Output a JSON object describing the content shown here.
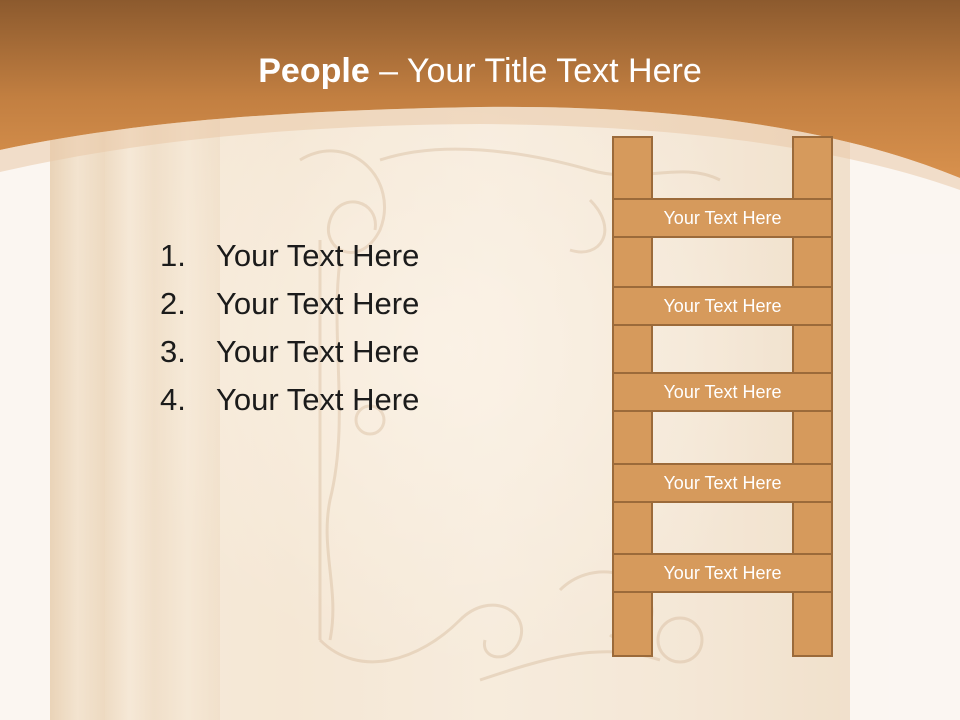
{
  "slide": {
    "title_bold": "People",
    "title_dash": " – ",
    "title_rest": "Your Title Text Here"
  },
  "list": {
    "items": [
      {
        "number": "1.",
        "text": "Your Text Here"
      },
      {
        "number": "2.",
        "text": "Your Text Here"
      },
      {
        "number": "3.",
        "text": "Your Text Here"
      },
      {
        "number": "4.",
        "text": "Your Text Here"
      }
    ]
  },
  "ladder": {
    "rungs": [
      "Your Text Here",
      "Your Text Here",
      "Your Text Here",
      "Your Text Here",
      "Your Text Here"
    ]
  },
  "colors": {
    "header_top": "#8c5a2e",
    "header_bottom": "#d38b45",
    "ladder_fill": "#d69a5c",
    "ladder_border": "#9b6a3a",
    "background": "#fbf6f2"
  }
}
